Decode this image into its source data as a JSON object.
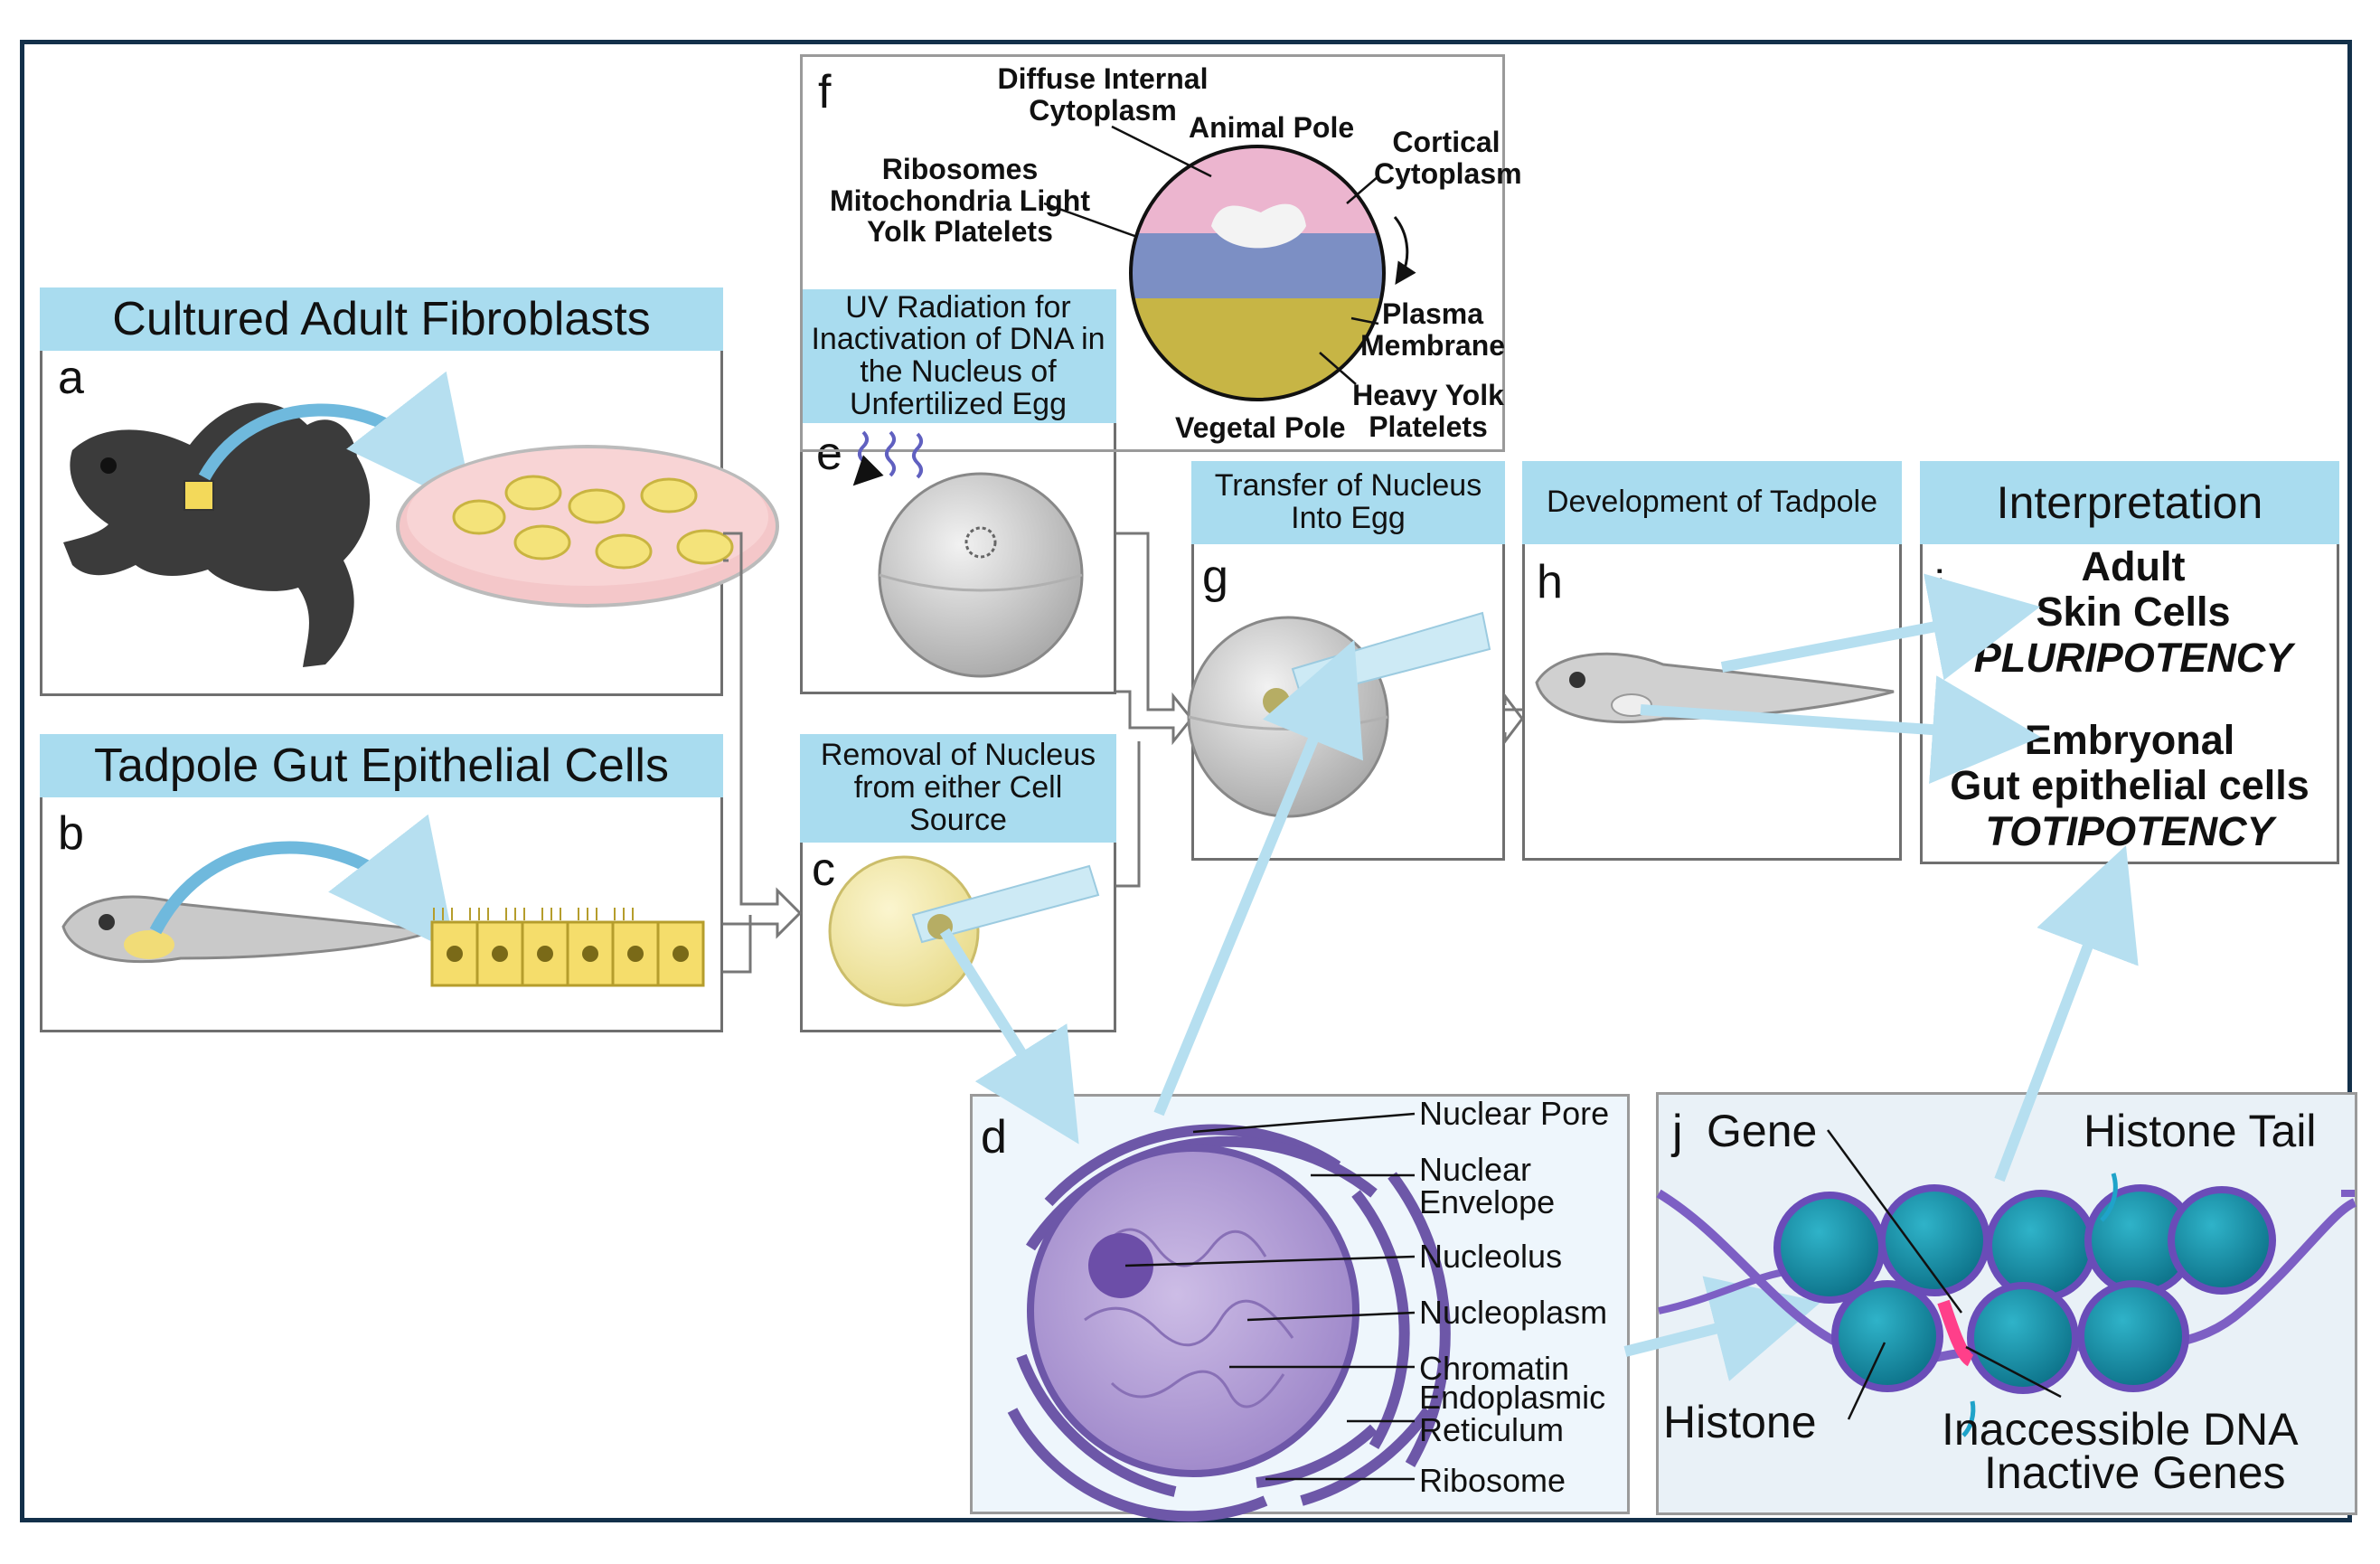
{
  "panels": {
    "a": {
      "title": "Cultured Adult Fibroblasts",
      "letter": "a"
    },
    "b": {
      "title": "Tadpole Gut Epithelial Cells",
      "letter": "b"
    },
    "c": {
      "title": "Removal of Nucleus from either Cell Source",
      "letter": "c"
    },
    "d": {
      "letter": "d",
      "labels": [
        "Nuclear Pore",
        "Nuclear Envelope",
        "Nucleolus",
        "Nucleoplasm",
        "Chromatin",
        "Endoplasmic Reticulum",
        "Ribosome"
      ]
    },
    "e": {
      "title": "UV Radiation for Inactivation of DNA in the Nucleus of Unfertilized Egg",
      "letter": "e"
    },
    "f": {
      "letter": "f",
      "labels": {
        "diffuse": "Diffuse Internal Cytoplasm",
        "animal": "Animal Pole",
        "cortical": "Cortical Cytoplasm",
        "ribosomes": "Ribosomes Mitochondria Light Yolk Platelets",
        "plasma": "Plasma Membrane",
        "heavy": "Heavy Yolk Platelets",
        "vegetal": "Vegetal Pole"
      }
    },
    "g": {
      "title": "Transfer of Nucleus Into Egg",
      "letter": "g"
    },
    "h": {
      "title": "Development of Tadpole",
      "letter": "h"
    },
    "i": {
      "title": "Interpretation",
      "letter": "i",
      "line1": "Adult",
      "line2": "Skin Cells",
      "line3": "PLURIPOTENCY",
      "line4": "Embryonal",
      "line5": "Gut epithelial cells",
      "line6": "TOTIPOTENCY"
    },
    "j": {
      "letter": "j",
      "labels": {
        "gene": "Gene",
        "tail": "Histone Tail",
        "histone": "Histone",
        "inaccessible": "Inaccessible DNA",
        "inactive": "Inactive Genes"
      }
    }
  },
  "colors": {
    "header": "#a9dcef",
    "arrow": "#b6dff0",
    "border": "#6f6f6f",
    "frame": "#13304a"
  }
}
